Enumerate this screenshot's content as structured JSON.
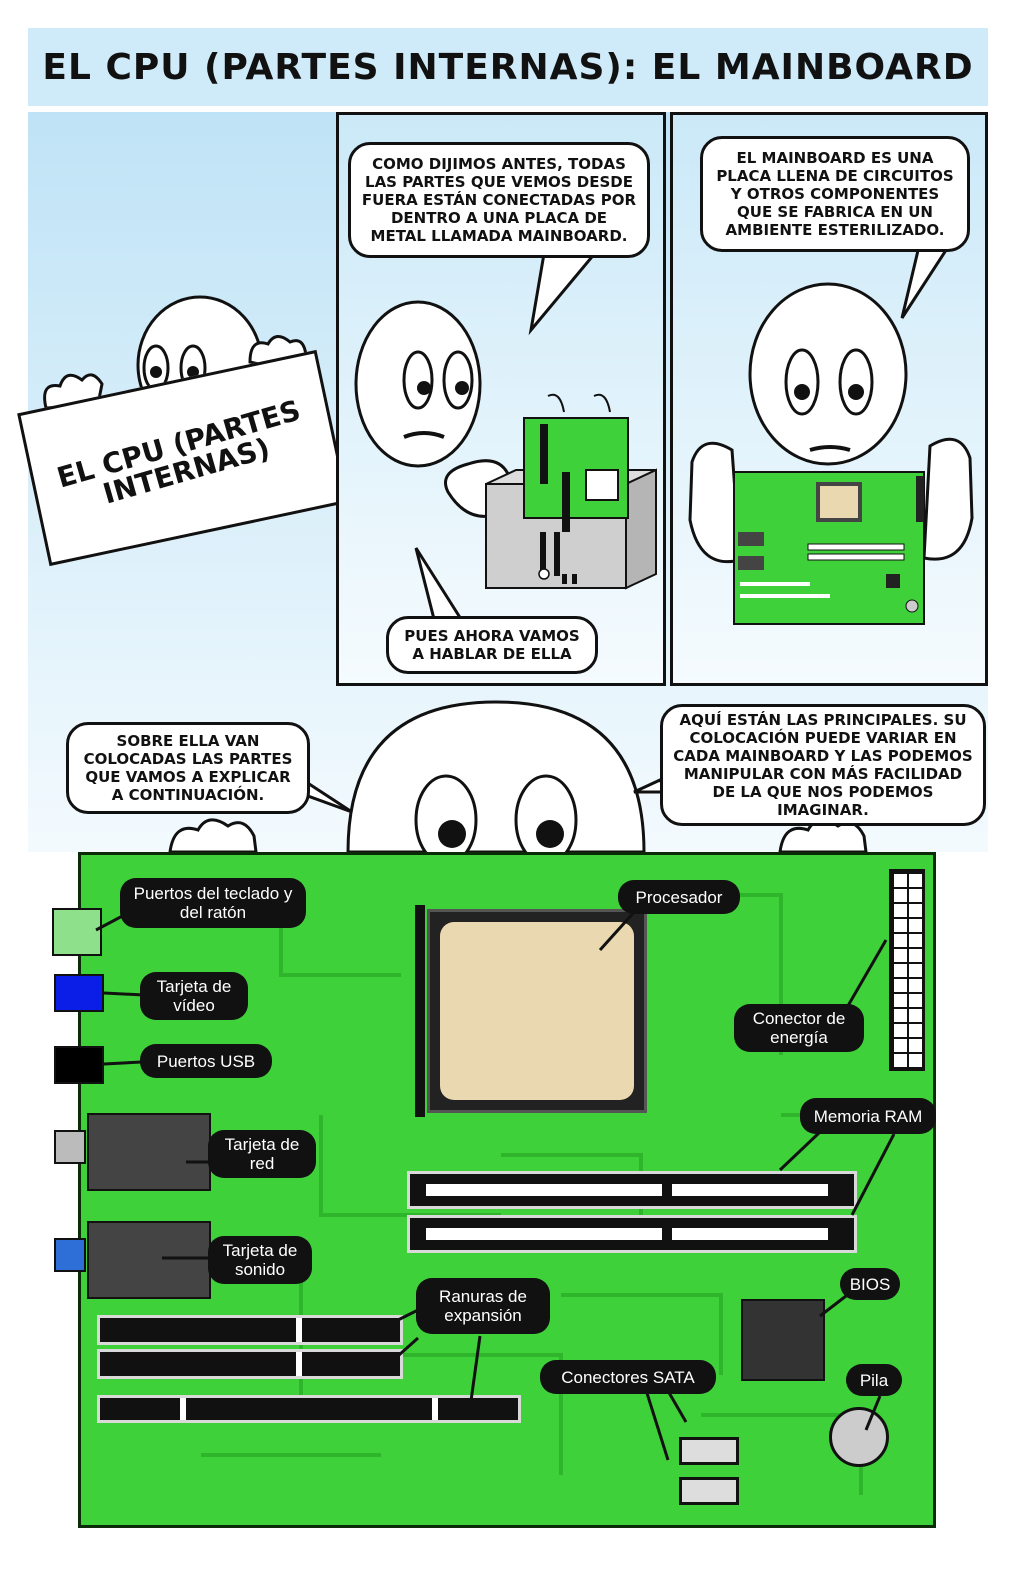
{
  "title": "El CPU (partes internas): El Mainboard",
  "sign": {
    "line1": "El CPU (partes",
    "line2": "internas)"
  },
  "bubbles": {
    "panel2_top": "Como dijimos antes, todas las partes que vemos desde fuera están conectadas por dentro a una placa de metal llamada mainboard.",
    "panel2_bottom": "Pues ahora vamos a hablar de ella",
    "panel3_top": "El mainboard es una placa llena de circuitos y otros componentes que se fabrica en un ambiente esterilizado.",
    "bottom_left": "Sobre ella van colocadas las partes que vamos a explicar a continuación.",
    "bottom_right": "Aquí están las principales. Su colocación puede variar en cada mainboard y las podemos manipular con más facilidad de la que nos podemos imaginar."
  },
  "labels": {
    "keyboard_mouse": "Puertos del teclado y del ratón",
    "video": "Tarjeta de vídeo",
    "usb": "Puertos USB",
    "network": "Tarjeta de red",
    "sound": "Tarjeta de sonido",
    "expansion": "Ranuras de expansión",
    "processor": "Procesador",
    "power": "Conector de energía",
    "ram": "Memoria RAM",
    "bios": "BIOS",
    "battery": "Pila",
    "sata": "Conectores SATA"
  },
  "colors": {
    "board_green": "#3fd13a",
    "trace_green": "#2fb52b",
    "port_keyboard": "#8fe08a",
    "port_video": "#0a1ee8",
    "port_usb": "#000000",
    "port_sound": "#2d6fd6",
    "cpu_core": "#ead9b0"
  }
}
